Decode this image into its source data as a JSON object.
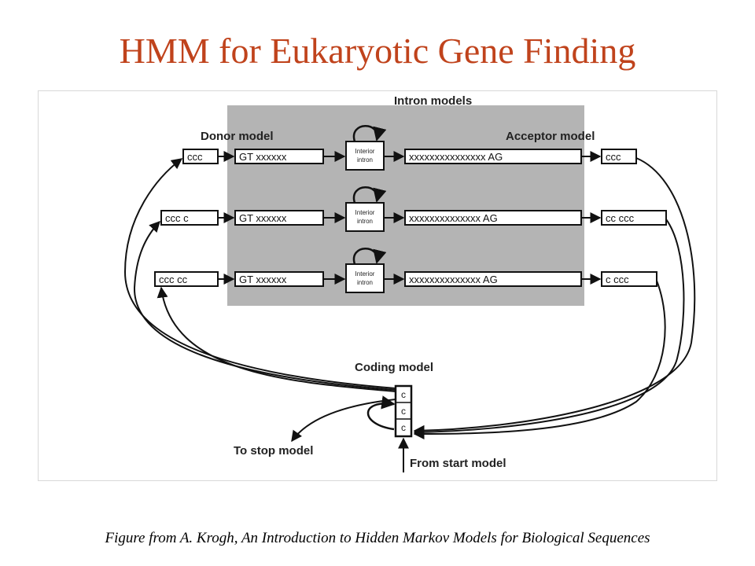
{
  "slide": {
    "title": "HMM for Eukaryotic Gene Finding",
    "caption": "Figure from A. Krogh, An Introduction to Hidden Markov Models for Biological Sequences"
  },
  "diagram": {
    "labels": {
      "intron_models": "Intron models",
      "donor_model": "Donor model",
      "acceptor_model": "Acceptor model",
      "coding_model": "Coding model",
      "to_stop": "To stop model",
      "from_start": "From start model"
    },
    "rows": [
      {
        "left_codon": "ccc",
        "donor": "GT xxxxxx",
        "intron": [
          "Interior",
          "intron"
        ],
        "acceptor": "xxxxxxxxxxxxxxx AG",
        "right_codon": "ccc"
      },
      {
        "left_codon": "ccc  c",
        "donor": "GT xxxxxx",
        "intron": [
          "Interior",
          "intron"
        ],
        "acceptor": "xxxxxxxxxxxxxx AG",
        "right_codon": "cc  ccc"
      },
      {
        "left_codon": "ccc  cc",
        "donor": "GT xxxxxx",
        "intron": [
          "Interior",
          "intron"
        ],
        "acceptor": "xxxxxxxxxxxxxx AG",
        "right_codon": "c  ccc"
      }
    ],
    "coding_cells": [
      "c",
      "c",
      "c"
    ],
    "colors": {
      "shade": "#b4b4b4",
      "stroke": "#111111",
      "title": "#c0431c"
    }
  }
}
